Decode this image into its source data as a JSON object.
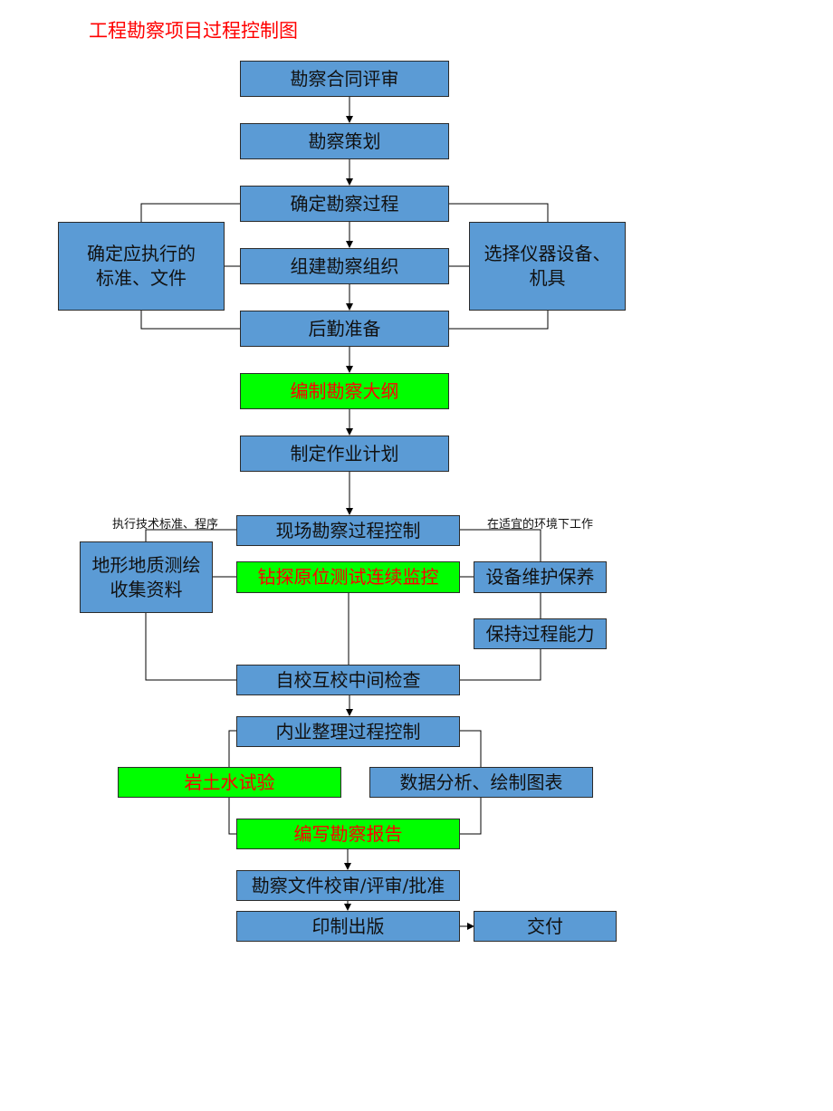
{
  "title": "工程勘察项目过程控制图",
  "colors": {
    "blue": "#5b9bd5",
    "green": "#00ff00",
    "green_text": "#ff0000",
    "line": "#000000"
  },
  "nodes": {
    "contract_review": "勘察合同评审",
    "planning": "勘察策划",
    "determine_process": "确定勘察过程",
    "standards": "确定应执行的\n标准、文件",
    "organization": "组建勘察组织",
    "equipment": "选择仪器设备、\n机具",
    "logistics": "后勤准备",
    "outline": "编制勘察大纲",
    "work_plan": "制定作业计划",
    "field_control": "现场勘察过程控制",
    "survey_data": "地形地质测绘\n收集资料",
    "drilling": "钻探原位测试连续监控",
    "maintenance": "设备维护保养",
    "capability": "保持过程能力",
    "inspection": "自校互校中间检查",
    "office_control": "内业整理过程控制",
    "lab_test": "岩土水试验",
    "data_analysis": "数据分析、绘制图表",
    "report": "编写勘察报告",
    "review": "勘察文件校审/评审/批准",
    "printing": "印制出版",
    "delivery": "交付"
  },
  "notes": {
    "left": "执行技术标准、程序",
    "right": "在适宜的环境下工作"
  }
}
